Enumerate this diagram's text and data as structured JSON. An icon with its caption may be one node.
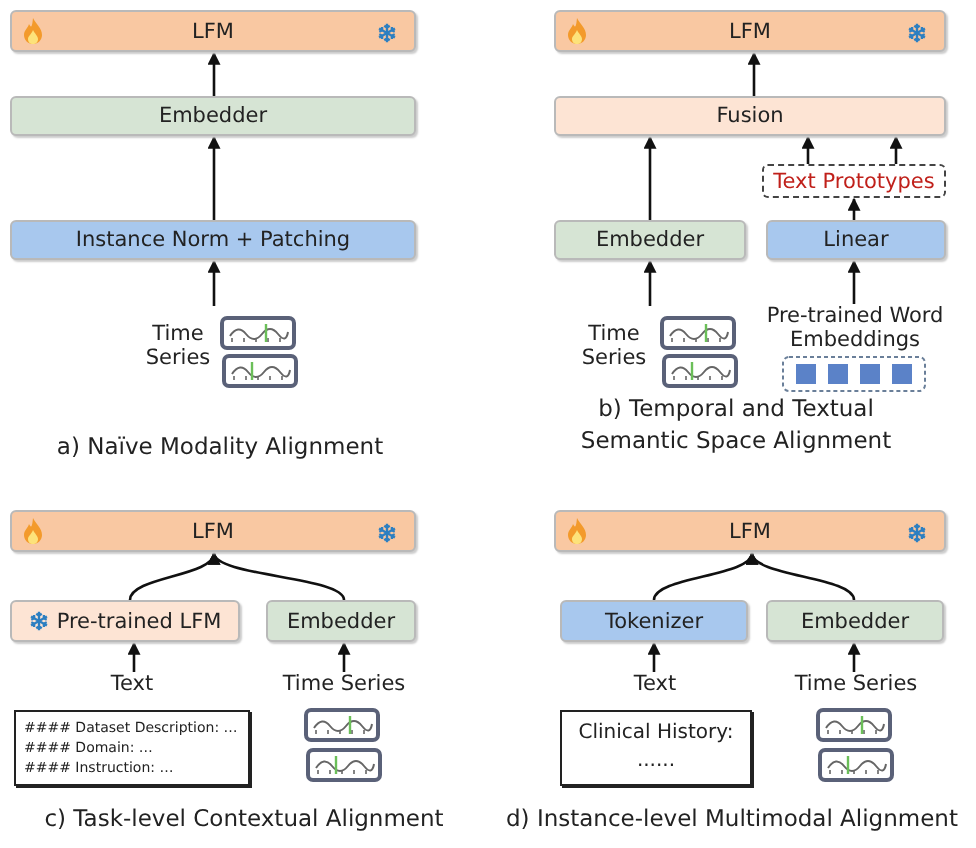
{
  "diagram": {
    "nodes": [
      {
        "text": [
          "LFM"
        ]
      },
      {
        "text": [
          "Embedder"
        ]
      },
      {
        "text": [
          "Instance Norm + Patching"
        ]
      },
      {
        "text": [
          "Time Series"
        ]
      },
      {
        "text": [
          "LFM"
        ]
      },
      {
        "text": [
          "Fusion"
        ]
      },
      {
        "text": [
          "Text Prototypes"
        ]
      },
      {
        "text": [
          "Embedder"
        ]
      },
      {
        "text": [
          "Linear"
        ]
      },
      {
        "text": [
          "Time Series"
        ]
      },
      {
        "text": [
          "Pre-trained Word Embeddings"
        ]
      },
      {
        "text": [
          "LFM"
        ]
      },
      {
        "text": [
          "Pre-trained LFM"
        ]
      },
      {
        "text": [
          "Embedder"
        ]
      },
      {
        "text": [
          "Text",
          "#### Dataset Description: …",
          "#### Domain: …",
          "#### Instruction: …"
        ]
      },
      {
        "text": [
          "Time Series"
        ]
      },
      {
        "text": [
          "LFM"
        ]
      },
      {
        "text": [
          "Tokenizer"
        ]
      },
      {
        "text": [
          "Embedder"
        ]
      },
      {
        "text": [
          "Text",
          "Clinical History: ......"
        ]
      },
      {
        "text": [
          "Time Series"
        ]
      }
    ],
    "edges": [
      {
        "from": 3,
        "to": 2,
        "arrow": "to"
      },
      {
        "from": 2,
        "to": 1,
        "arrow": "to"
      },
      {
        "from": 1,
        "to": 0,
        "arrow": "to"
      },
      {
        "from": 5,
        "to": 4,
        "arrow": "to"
      },
      {
        "from": 7,
        "to": 5,
        "arrow": "to"
      },
      {
        "from": 6,
        "to": 5,
        "arrow": "to"
      },
      {
        "from": 6,
        "to": 5,
        "arrow": "to"
      },
      {
        "from": 8,
        "to": 6,
        "arrow": "to"
      },
      {
        "from": 9,
        "to": 7,
        "arrow": "to"
      },
      {
        "from": 10,
        "to": 8,
        "arrow": "to"
      },
      {
        "from": 14,
        "to": 12,
        "arrow": "to"
      },
      {
        "from": 15,
        "to": 13,
        "arrow": "to"
      },
      {
        "from": 12,
        "to": 11,
        "arrow": "to"
      },
      {
        "from": 13,
        "to": 11,
        "arrow": "to"
      },
      {
        "from": 19,
        "to": 17,
        "arrow": "to"
      },
      {
        "from": 20,
        "to": 18,
        "arrow": "to"
      },
      {
        "from": 17,
        "to": 16,
        "arrow": "to"
      },
      {
        "from": 18,
        "to": 16,
        "arrow": "to"
      }
    ],
    "labels": [
      "a) Naïve Modality Alignment",
      "b) Temporal and Textual Semantic Space Alignment",
      "c) Task-level Contextual Alignment",
      "d) Instance-level Multimodal Alignment"
    ]
  }
}
